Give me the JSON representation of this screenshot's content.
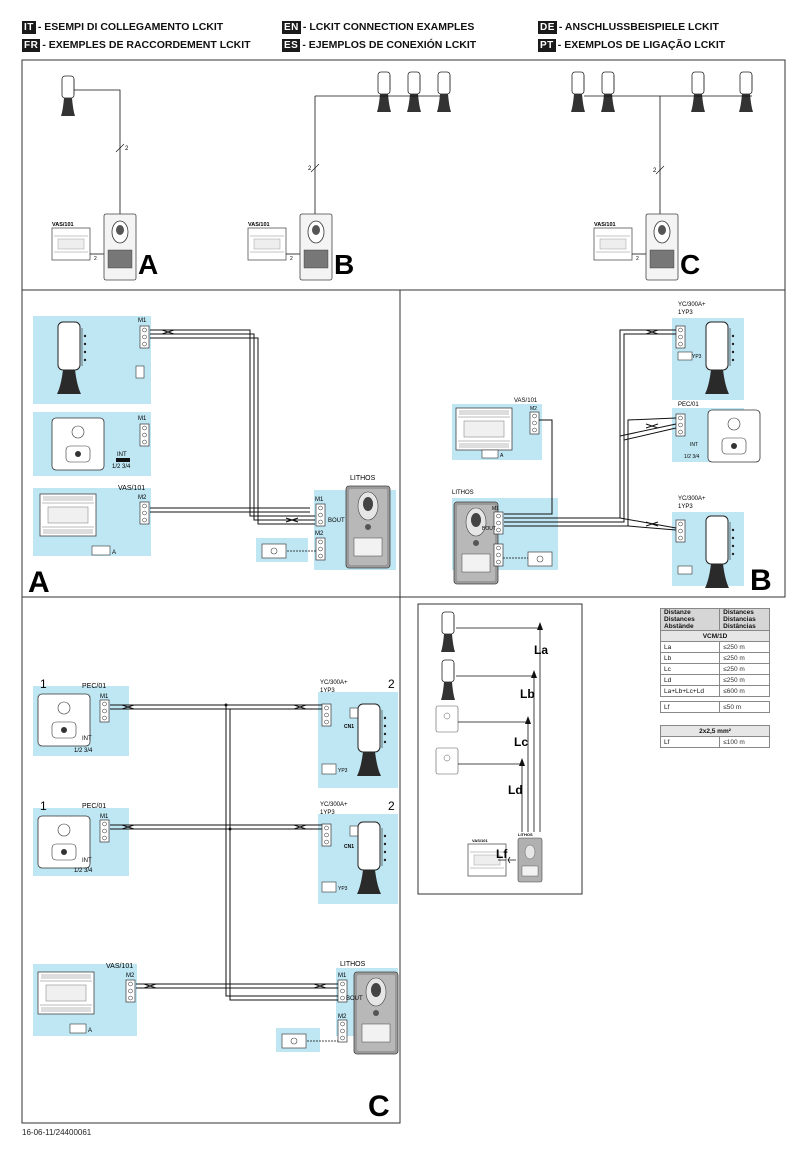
{
  "header": {
    "col1": [
      {
        "code": "IT",
        "text": "- ESEMPI DI COLLEGAMENTO LCKIT"
      },
      {
        "code": "FR",
        "text": "- EXEMPLES DE RACCORDEMENT LCKIT"
      }
    ],
    "col2": [
      {
        "code": "EN",
        "text": "- LCKIT CONNECTION EXAMPLES"
      },
      {
        "code": "ES",
        "text": "- EJEMPLOS DE CONEXIÓN LCKIT"
      }
    ],
    "col3": [
      {
        "code": "DE",
        "text": "- ANSCHLUSSBEISPIELE LCKIT"
      },
      {
        "code": "PT",
        "text": "- EXEMPLOS DE LIGAÇÃO LCKIT"
      }
    ]
  },
  "overview": {
    "psu": "VAS/101",
    "wires": "2",
    "letters": [
      "A",
      "B",
      "C"
    ]
  },
  "diagramA": {
    "letter": "A",
    "terminal_m1": "M1",
    "terminal_m2": "M2",
    "pec_terminal": "M1",
    "int_label": "INT",
    "int_values": "1/2  3/4",
    "psu": "VAS/101",
    "panel": "LITHOS",
    "bout": "BOUT",
    "lock": "A"
  },
  "diagramB": {
    "letter": "B",
    "handset_top": "YC/300A+\n1YP3",
    "handset_bottom": "YC/300A+\n1YP3",
    "pec": "PEC/01",
    "psu": "VAS/101",
    "panel": "LITHOS",
    "bout": "BOUT",
    "terminal_m1": "M1",
    "terminal_m2": "M2",
    "int_label": "INT",
    "int_values": "1/2 3/4",
    "yp3": "YP3",
    "lock": "A"
  },
  "diagramC": {
    "letter": "C",
    "num1": "1",
    "num2": "2",
    "pec": "PEC/01",
    "handset": "YC/300A+\n1YP3",
    "psu": "VAS/101",
    "panel": "LITHOS",
    "bout": "BOUT",
    "terminal_m1": "M1",
    "terminal_m2": "M2",
    "cn1": "CN1",
    "yp3": "YP3",
    "int_label": "INT",
    "int_values": "1/2  3/4",
    "lock": "A"
  },
  "distances_diagram": {
    "labels": [
      "La",
      "Lb",
      "Lc",
      "Ld",
      "Lf"
    ],
    "psu": "VAS/101",
    "panel": "LITHOS"
  },
  "distance_table": {
    "header_left": [
      "Distanze",
      "Distances",
      "Abstände"
    ],
    "header_right": [
      "Distances",
      "Distancias",
      "Distâncias"
    ],
    "section1": "VCM/1D",
    "rows1": [
      {
        "k": "La",
        "v": "≤250 m"
      },
      {
        "k": "Lb",
        "v": "≤250 m"
      },
      {
        "k": "Lc",
        "v": "≤250 m"
      },
      {
        "k": "Ld",
        "v": "≤250 m"
      },
      {
        "k": "La+Lb+Lc+Ld",
        "v": "≤600 m"
      }
    ],
    "lf1": {
      "k": "Lf",
      "v": "≤50 m"
    },
    "section2": "2x2,5 mm²",
    "lf2": {
      "k": "Lf",
      "v": "≤100 m"
    }
  },
  "footer": "16-06-11/24400061"
}
